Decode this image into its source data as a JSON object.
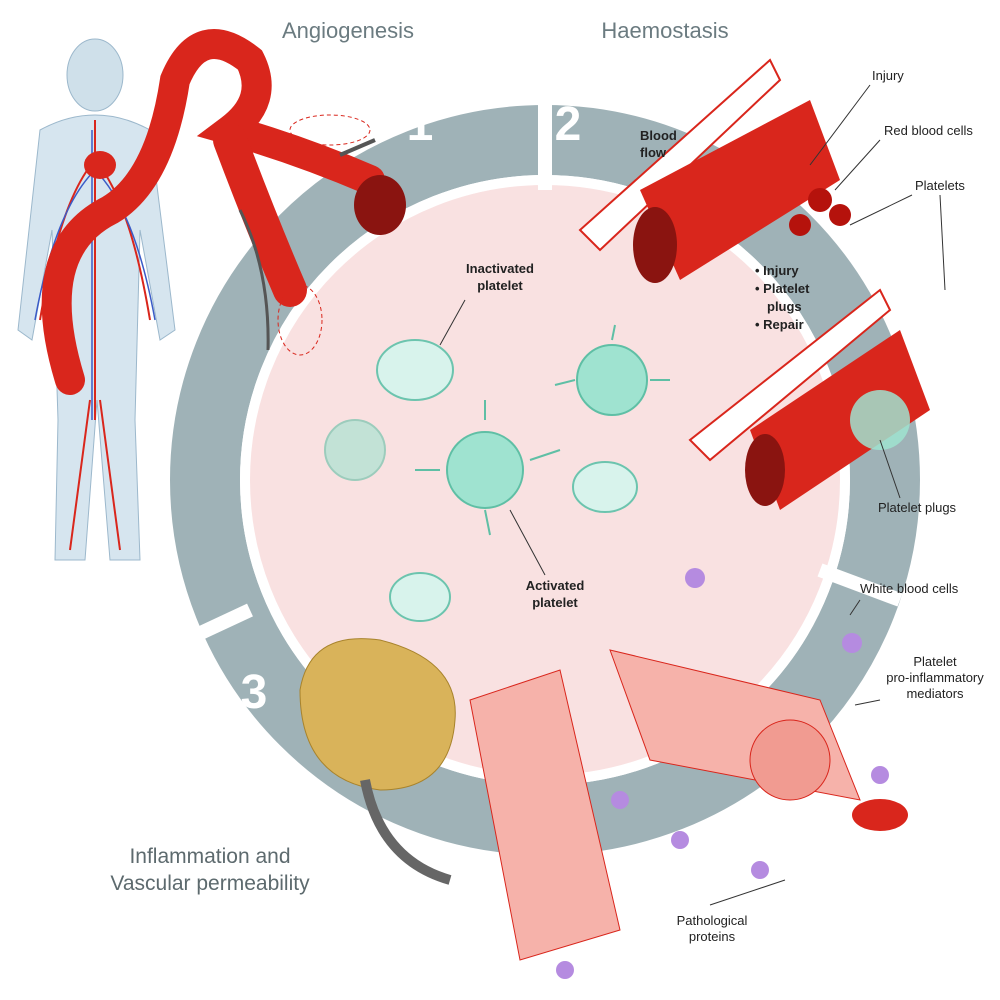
{
  "headings": {
    "angiogenesis": "Angiogenesis",
    "haemostasis": "Haemostasis",
    "inflammation_line1": "Inflammation and",
    "inflammation_line2": "Vascular permeability"
  },
  "stage_numbers": [
    "1",
    "2",
    "3"
  ],
  "labels": {
    "blood_flow_1": "Blood",
    "blood_flow_2": "flow",
    "injury": "Injury",
    "red_blood_cells": "Red blood cells",
    "platelets": "Platelets",
    "bullets": [
      "• Injury",
      "• Platelet",
      "plugs",
      "• Repair"
    ],
    "inactivated_1": "Inactivated",
    "inactivated_2": "platelet",
    "activated_1": "Activated",
    "activated_2": "platelet",
    "platelet_plugs": "Platelet plugs",
    "white_blood_cells": "White blood cells",
    "mediators_1": "Platelet",
    "mediators_2": "pro-inflammatory",
    "mediators_3": "mediators",
    "pathological_1": "Pathological",
    "pathological_2": "proteins"
  },
  "colors": {
    "ring": "#9fb2b7",
    "disc": "#f9e1e1",
    "vessel": "#d9261c",
    "platelet": "#9fe3d0",
    "wbc": "#b58be0",
    "brain": "#d9b35a"
  }
}
